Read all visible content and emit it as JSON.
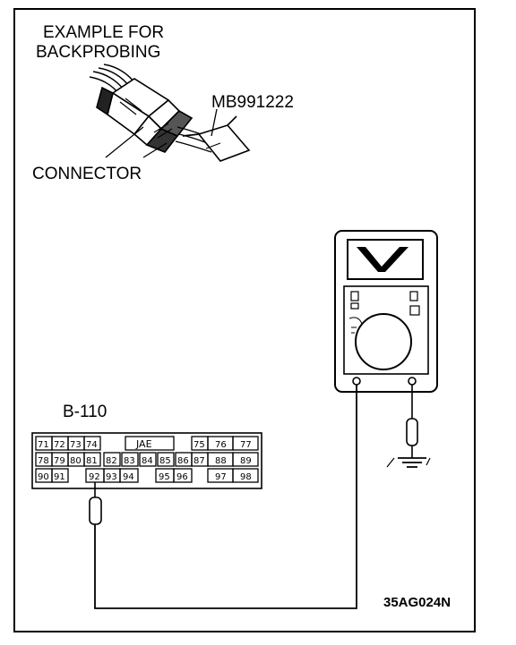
{
  "figure": {
    "example_line1": "EXAMPLE FOR",
    "example_line2": "BACKPROBING",
    "tool_label": "MB991222",
    "connector_label": "CONNECTOR",
    "harness_connector_label": "B-110",
    "figure_code": "35AG024N"
  },
  "connector": {
    "row1": [
      "71",
      "72",
      "73",
      "74",
      "",
      "JAE",
      "",
      "75",
      "76",
      "77"
    ],
    "row2": [
      "78",
      "79",
      "80",
      "81",
      "82",
      "83",
      "84",
      "85",
      "86",
      "87",
      "88",
      "89"
    ],
    "row3": [
      "90",
      "91",
      "",
      "92",
      "93",
      "94",
      "",
      "95",
      "96",
      "",
      "97",
      "98"
    ],
    "probed_pin": "92"
  },
  "icons": {
    "meter": "voltmeter-icon",
    "ground": "ground-icon",
    "probe": "test-probe-icon"
  }
}
